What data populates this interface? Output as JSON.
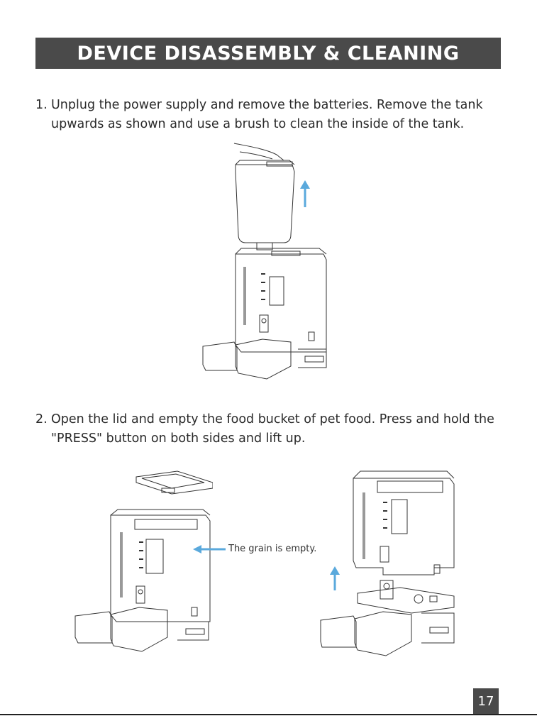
{
  "header": {
    "title": "DEVICE DISASSEMBLY & CLEANING"
  },
  "steps": [
    {
      "num": "1.",
      "text": "Unplug the power supply and remove the batteries. Remove the tank upwards as shown and use a brush to clean the inside of the tank."
    },
    {
      "num": "2.",
      "text": "Open the lid and empty the food bucket of pet food. Press and hold the \"PRESS\" button on both sides and lift up."
    }
  ],
  "callout": {
    "text": "The grain is empty."
  },
  "footer": {
    "page_number": "17"
  },
  "colors": {
    "banner": "#4a4a4a",
    "arrow": "#5aa9dc",
    "line": "#333333"
  },
  "icons": [
    "up-arrow-icon",
    "left-arrow-icon"
  ]
}
